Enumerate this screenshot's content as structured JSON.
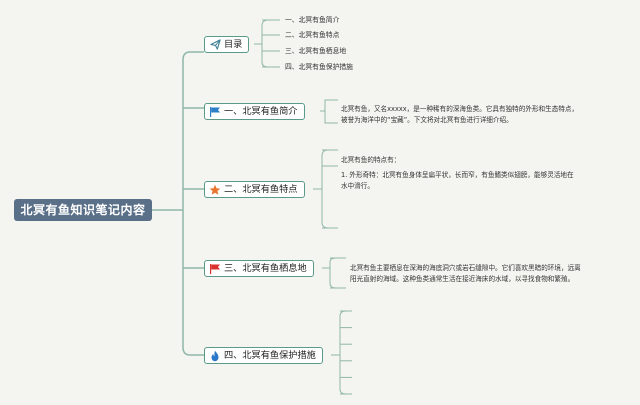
{
  "root": {
    "title": "北冥有鱼知识笔记内容"
  },
  "branches": [
    {
      "label": "目录",
      "icon": "paper-plane-icon",
      "icon_color": "#3d7f96",
      "children": [
        "一、北冥有鱼简介",
        "二、北冥有鱼特点",
        "三、北冥有鱼栖息地",
        "四、北冥有鱼保护措施"
      ]
    },
    {
      "label": "一、北冥有鱼简介",
      "icon": "flag-icon",
      "icon_color": "#2f7fc8",
      "text": [
        "北冥有鱼，又名xxxxx，是一种稀有的深海鱼类。它具有独特的外形和生态特点，",
        "被誉为海洋中的“宝藏”。下文将对北冥有鱼进行详细介绍。"
      ]
    },
    {
      "label": "二、北冥有鱼特点",
      "icon": "star-icon",
      "icon_color": "#e8742e",
      "text_intro": "北冥有鱼的特点有：",
      "text": [
        "1. 外形奇特：北冥有鱼身体呈扁平状，长而窄，有鱼鳍类似翅膀，能够灵活地在",
        "水中滑行。"
      ]
    },
    {
      "label": "三、北冥有鱼栖息地",
      "icon": "flag-icon",
      "icon_color": "#d9322e",
      "text": [
        "北冥有鱼主要栖息在深海的海底洞穴或岩石缝隙中。它们喜欢黑暗的环境，远离",
        "阳光直射的海域。这种鱼类通常生活在接近海床的水域，以寻找食物和繁殖。"
      ]
    },
    {
      "label": "四、北冥有鱼保护措施",
      "icon": "flame-icon",
      "icon_color": "#2a77c9",
      "children_count": 6
    }
  ]
}
